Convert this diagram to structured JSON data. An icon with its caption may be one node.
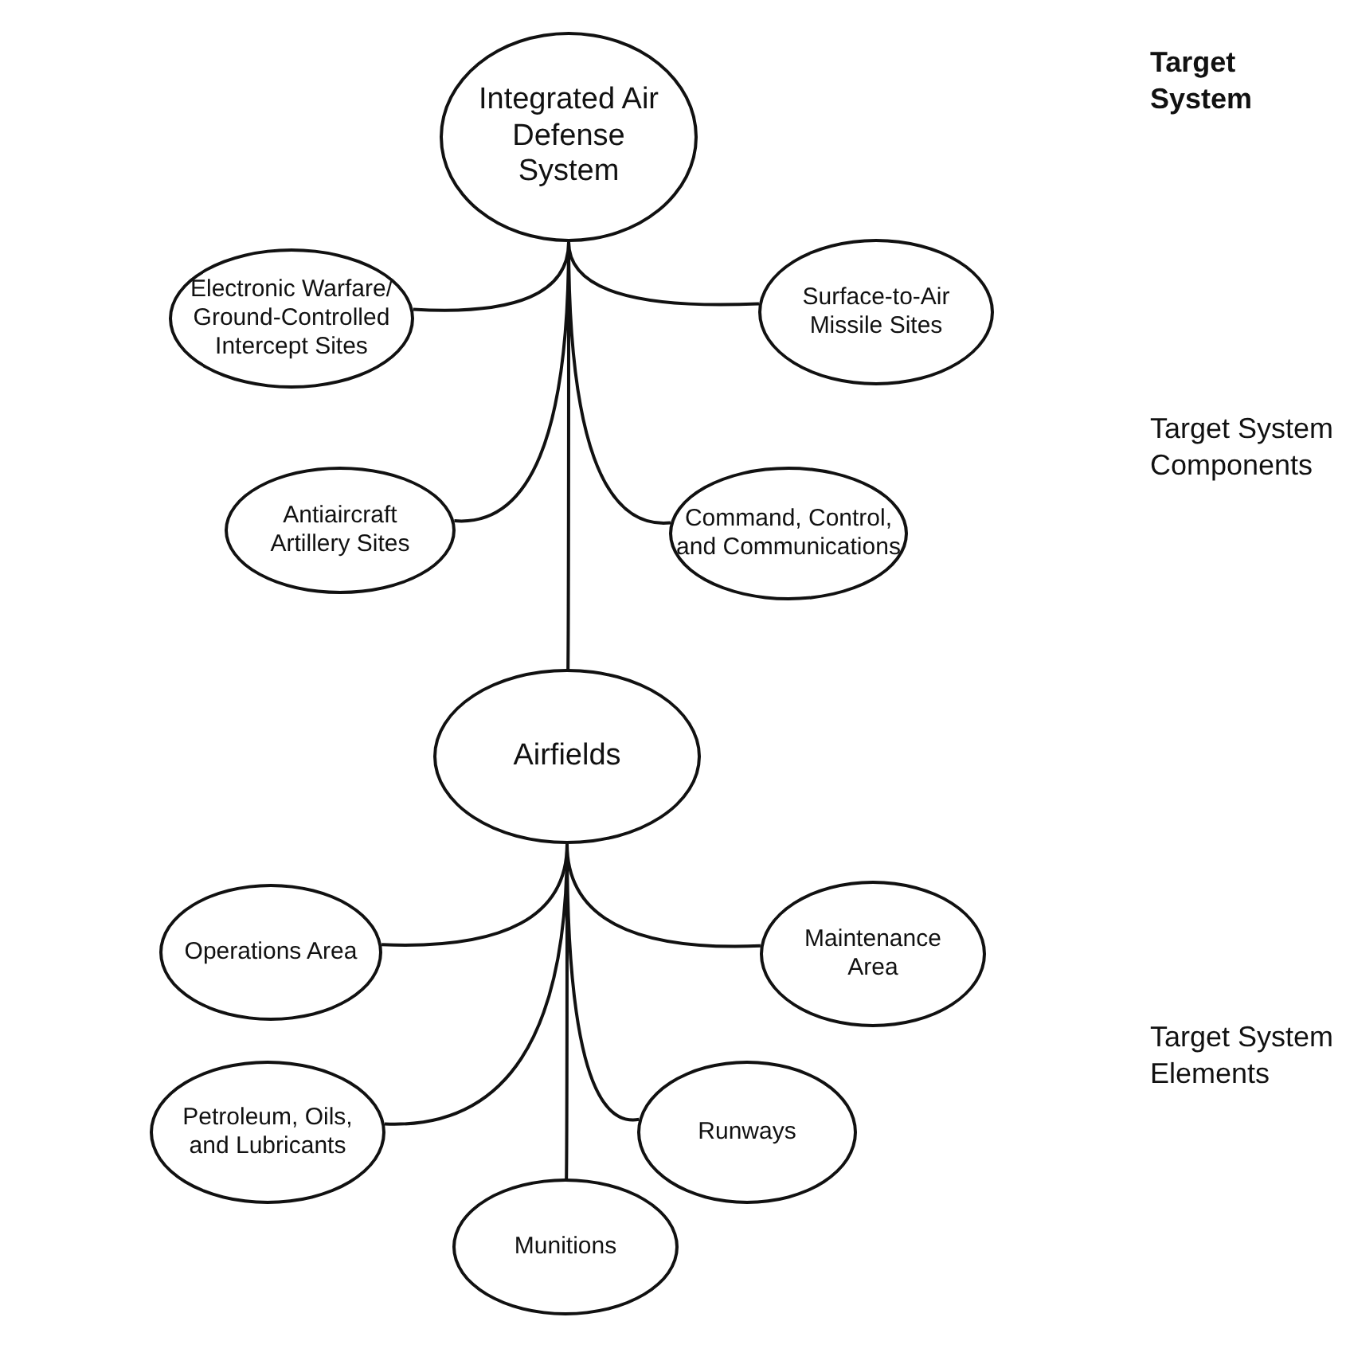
{
  "diagram": {
    "nodes": [
      {
        "text": [
          "Integrated Air Defense System"
        ]
      },
      {
        "text": [
          "Electronic Warfare/ Ground-Controlled Intercept Sites"
        ]
      },
      {
        "text": [
          "Surface-to-Air Missile Sites"
        ]
      },
      {
        "text": [
          "Antiaircraft Artillery Sites"
        ]
      },
      {
        "text": [
          "Command, Control, and Communications"
        ]
      },
      {
        "text": [
          "Airfields"
        ]
      },
      {
        "text": [
          "Operations Area"
        ]
      },
      {
        "text": [
          "Maintenance Area"
        ]
      },
      {
        "text": [
          "Petroleum, Oils, and Lubricants"
        ]
      },
      {
        "text": [
          "Runways"
        ]
      },
      {
        "text": [
          "Munitions"
        ]
      }
    ],
    "edges": [
      {
        "from": 0,
        "to": 1,
        "arrow": "none"
      },
      {
        "from": 0,
        "to": 2,
        "arrow": "none"
      },
      {
        "from": 0,
        "to": 3,
        "arrow": "none"
      },
      {
        "from": 0,
        "to": 4,
        "arrow": "none"
      },
      {
        "from": 0,
        "to": 5,
        "arrow": "none"
      },
      {
        "from": 5,
        "to": 6,
        "arrow": "none"
      },
      {
        "from": 5,
        "to": 7,
        "arrow": "none"
      },
      {
        "from": 5,
        "to": 8,
        "arrow": "none"
      },
      {
        "from": 5,
        "to": 9,
        "arrow": "none"
      },
      {
        "from": 5,
        "to": 10,
        "arrow": "none"
      }
    ],
    "labels": [
      "Target System",
      "Target System Components",
      "Target System Elements"
    ]
  }
}
